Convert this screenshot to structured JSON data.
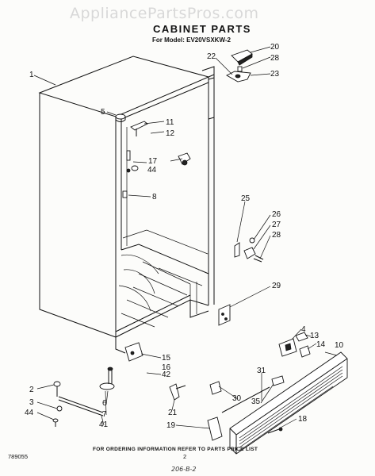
{
  "watermark": "AppliancePartsPros.com",
  "header": {
    "title": "CABINET PARTS",
    "model": "For Model: EV20VSXKW-2"
  },
  "callouts": [
    {
      "id": "c1",
      "label": "1"
    },
    {
      "id": "c2",
      "label": "2"
    },
    {
      "id": "c3",
      "label": "3"
    },
    {
      "id": "c4",
      "label": "4"
    },
    {
      "id": "c5",
      "label": "5"
    },
    {
      "id": "c6",
      "label": "6"
    },
    {
      "id": "c7",
      "label": "7"
    },
    {
      "id": "c8",
      "label": "8"
    },
    {
      "id": "c10",
      "label": "10"
    },
    {
      "id": "c11",
      "label": "11"
    },
    {
      "id": "c12",
      "label": "12"
    },
    {
      "id": "c13",
      "label": "13"
    },
    {
      "id": "c14",
      "label": "14"
    },
    {
      "id": "c15",
      "label": "15"
    },
    {
      "id": "c16",
      "label": "16"
    },
    {
      "id": "c17",
      "label": "17"
    },
    {
      "id": "c18",
      "label": "18"
    },
    {
      "id": "c19",
      "label": "19"
    },
    {
      "id": "c20",
      "label": "20"
    },
    {
      "id": "c21",
      "label": "21"
    },
    {
      "id": "c22",
      "label": "22"
    },
    {
      "id": "c23",
      "label": "23"
    },
    {
      "id": "c25",
      "label": "25"
    },
    {
      "id": "c26",
      "label": "26"
    },
    {
      "id": "c27",
      "label": "27"
    },
    {
      "id": "c28a",
      "label": "28"
    },
    {
      "id": "c28b",
      "label": "28"
    },
    {
      "id": "c29",
      "label": "29"
    },
    {
      "id": "c30",
      "label": "30"
    },
    {
      "id": "c31",
      "label": "31"
    },
    {
      "id": "c35",
      "label": "35"
    },
    {
      "id": "c41",
      "label": "41"
    },
    {
      "id": "c42",
      "label": "42"
    },
    {
      "id": "c44a",
      "label": "44"
    },
    {
      "id": "c44b",
      "label": "44"
    }
  ],
  "footer": {
    "note": "FOR ORDERING INFORMATION REFER TO PARTS PRICE LIST",
    "doc_number": "789055",
    "page_number": "2",
    "handwritten": "206-B-2"
  }
}
